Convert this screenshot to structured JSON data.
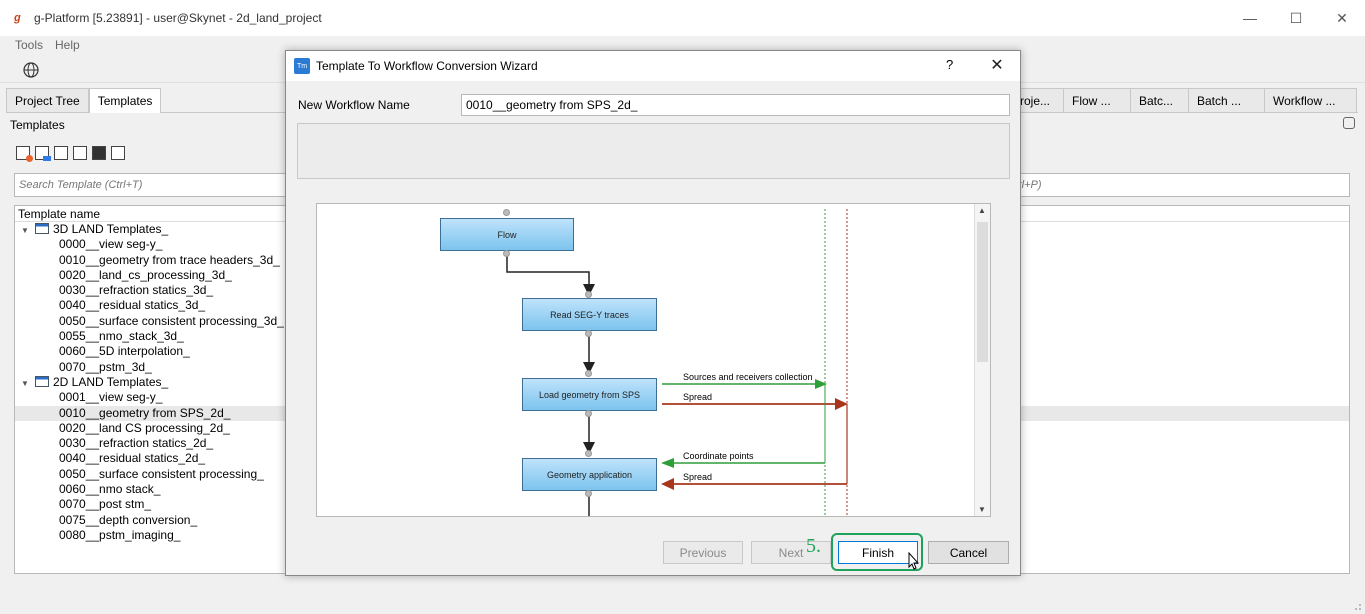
{
  "window": {
    "title": "g-Platform [5.23891] - user@Skynet - 2d_land_project",
    "icon_glyph": "g"
  },
  "menu": [
    "Tools",
    "Help"
  ],
  "left_tabs": [
    {
      "label": "Project Tree",
      "active": false
    },
    {
      "label": "Templates",
      "active": true
    }
  ],
  "right_tabs": [
    "roje...",
    "Flow ...",
    "Batc...",
    "Batch ...",
    "Workflow ..."
  ],
  "templates_pane": {
    "title": "Templates",
    "search_placeholder": "Search Template (Ctrl+T)",
    "column_header": "Template name",
    "groups": [
      {
        "label": "3D LAND Templates_",
        "items": [
          "0000__view seg-y_",
          "0010__geometry from trace headers_3d_",
          "0020__land_cs_processing_3d_",
          "0030__refraction statics_3d_",
          "0040__residual statics_3d_",
          "0050__surface consistent processing_3d_",
          "0055__nmo_stack_3d_",
          "0060__5D interpolation_",
          "0070__pstm_3d_"
        ]
      },
      {
        "label": "2D LAND Templates_",
        "items": [
          "0001__view seg-y_",
          "0010__geometry from SPS_2d_",
          "0020__land CS processing_2d_",
          "0030__refraction statics_2d_",
          "0040__residual statics_2d_",
          "0050__surface consistent processing_",
          "0060__nmo stack_",
          "0070__post stm_",
          "0075__depth conversion_",
          "0080__pstm_imaging_"
        ]
      }
    ],
    "selected_item": "0010__geometry from SPS_2d_"
  },
  "right_search_placeholder": "rl+P)",
  "dialog": {
    "title": "Template To Workflow Conversion Wizard",
    "help": "?",
    "close": "✕",
    "icon_text": "Tm",
    "name_label": "New Workflow Name",
    "name_value": "0010__geometry from SPS_2d_",
    "nodes": [
      "Flow",
      "Read SEG-Y traces",
      "Load geometry from SPS",
      "Geometry application"
    ],
    "edge_labels": [
      "Sources and receivers collection",
      "Spread",
      "Coordinate points",
      "Spread"
    ],
    "buttons": {
      "previous": "Previous",
      "next": "Next",
      "finish": "Finish",
      "cancel": "Cancel"
    },
    "step_annotation": "5."
  },
  "colors": {
    "accent_green": "#1fa35c",
    "edge_green": "#2e9e3a",
    "edge_red": "#a8361c",
    "node_fill": "#8fcdf1"
  }
}
